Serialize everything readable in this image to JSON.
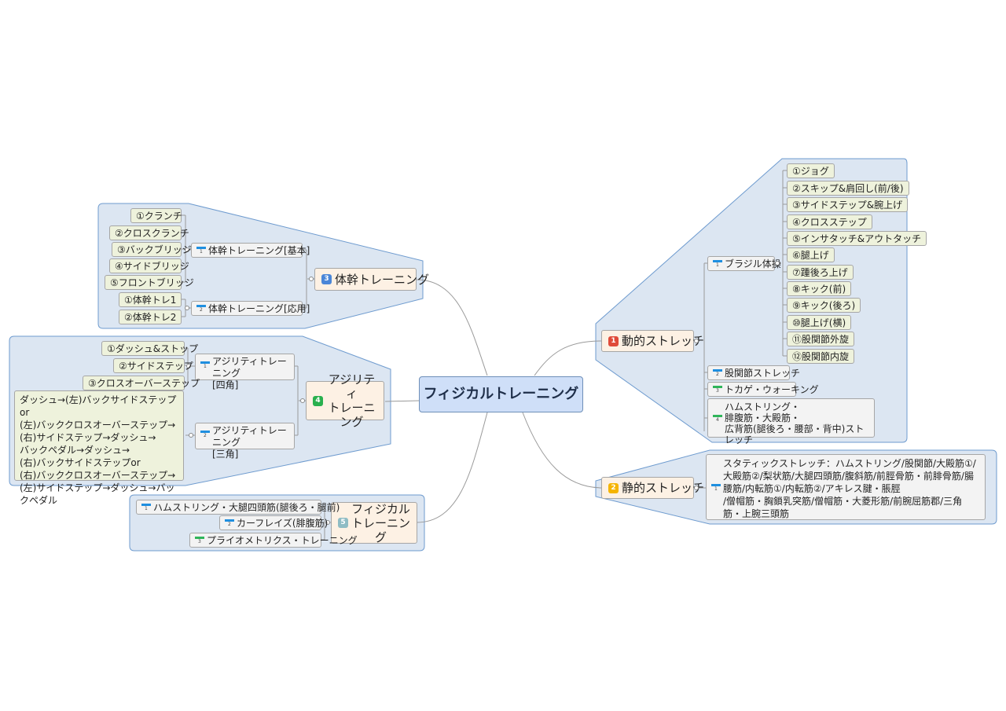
{
  "central": "フィジカルトレーニング",
  "colors": {
    "badge1": "#e04b3a",
    "badge2": "#f5b400",
    "badge3": "#4a86d8",
    "badge4": "#29b04e",
    "badge5": "#8fbcc4",
    "flag_blue": "#1f8fe0",
    "flag_green": "#2fb55a",
    "region_fill": "#dce6f2",
    "region_stroke": "#6e9bcf"
  },
  "branches": {
    "dynamic": {
      "badge": "1",
      "label": "動的ストレッチ",
      "brazil": {
        "priority": "1",
        "label": "ブラジル体操",
        "items": [
          "①ジョグ",
          "②スキップ&肩回し(前/後)",
          "③サイドステップ&腕上げ",
          "④クロスステップ",
          "⑤インサタッチ&アウトタッチ",
          "⑥腿上げ",
          "⑦踵後ろ上げ",
          "⑧キック(前)",
          "⑨キック(後ろ)",
          "⑩腿上げ(横)",
          "⑪股関節外旋",
          "⑫股関節内旋"
        ]
      },
      "hip": {
        "priority": "2",
        "label": "股関節ストレッチ"
      },
      "lizard": {
        "priority": "3",
        "label": "トカゲ・ウォーキング"
      },
      "ham": {
        "priority": "4",
        "label": "ハムストリング・\n腓腹筋・大殿筋・\n広背筋(腿後ろ・腰部・背中)ストレッチ"
      }
    },
    "static": {
      "badge": "2",
      "label": "静的ストレッチ",
      "item": {
        "priority": "1",
        "label": "スタティックストレッチ：ハムストリング/股関節/大殿筋①/大殿筋②/梨状筋/大腿四頭筋/腹斜筋/前脛骨筋・前腓骨筋/腸腰筋/内転筋①/内転筋②/アキレス腱・脹脛\n/僧帽筋・胸鎖乳突筋/僧帽筋・大菱形筋/前腕屈筋郡/三角筋・上腕三頭筋"
      }
    },
    "core": {
      "badge": "3",
      "label": "体幹トレーニング",
      "basic": {
        "priority": "1",
        "label": "体幹トレーニング[基本]",
        "items": [
          "①クランチ",
          "②クロスクランチ",
          "③バックブリッジ",
          "④サイドブリッジ",
          "⑤フロントブリッジ"
        ]
      },
      "applied": {
        "priority": "2",
        "label": "体幹トレーニング[応用]",
        "items": [
          "①体幹トレ1",
          "②体幹トレ2"
        ]
      }
    },
    "agility": {
      "badge": "4",
      "label": "アジリティ\nトレーニング",
      "square": {
        "priority": "1",
        "label": "アジリティトレーニング\n[四角]",
        "items": [
          "①ダッシュ&ストップ",
          "②サイドステップ",
          "③クロスオーバーステップ"
        ]
      },
      "triangle": {
        "priority": "2",
        "label": "アジリティトレーニング\n[三角]",
        "items": [
          "ダッシュ→(左)バックサイドステップor\n(左)バッククロスオーバーステップ→\n(右)サイドステップ→ダッシュ→\nバックペダル→ダッシュ→\n(右)バックサイドステップor\n(右)バッククロスオーバーステップ→\n(左)サイドステップ→ダッシュ→バックペダル"
        ]
      }
    },
    "physical": {
      "badge": "5",
      "label": "フィジカル\nトレーニング",
      "items": [
        {
          "priority": "1",
          "label": "ハムストリング・大腿四頭筋(腿後ろ・腿前)"
        },
        {
          "priority": "2",
          "label": "カーフレイズ(腓腹筋)"
        },
        {
          "priority": "3",
          "label": "プライオメトリクス・トレーニング"
        }
      ]
    }
  }
}
